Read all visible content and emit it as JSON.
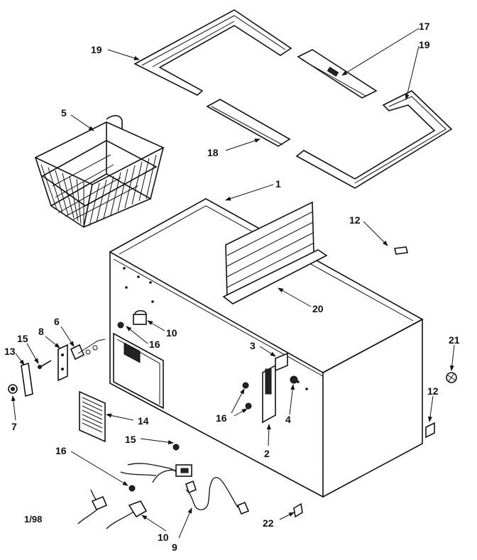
{
  "callouts": {
    "n1": "1",
    "n2": "2",
    "n3": "3",
    "n4": "4",
    "n5": "5",
    "n6": "6",
    "n7": "7",
    "n8": "8",
    "n9": "9",
    "n10a": "10",
    "n10b": "10",
    "n12a": "12",
    "n12b": "12",
    "n13": "13",
    "n14": "14",
    "n15a": "15",
    "n15b": "15",
    "n16a": "16",
    "n16b": "16",
    "n16c": "16",
    "n17": "17",
    "n18": "18",
    "n19a": "19",
    "n19b": "19",
    "n20": "20",
    "n21": "21",
    "n22": "22"
  },
  "date_code": "1/98"
}
